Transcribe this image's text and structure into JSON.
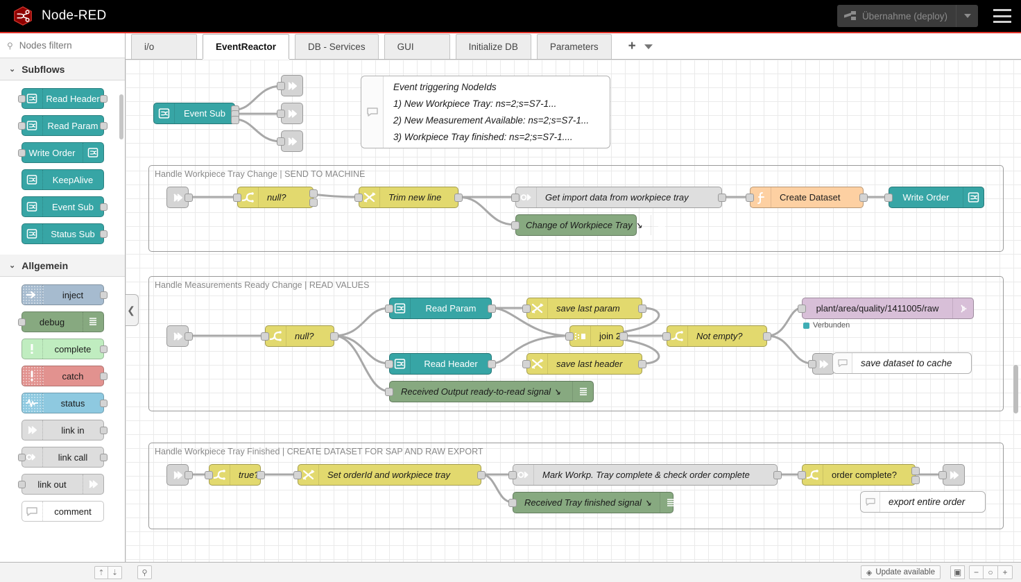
{
  "header": {
    "app_title": "Node-RED",
    "logo_icon": "node-red-hexagon-logo",
    "deploy_label": "Übernahme (deploy)",
    "deploy_icon": "deploy-icon",
    "deploy_caret_icon": "chevron-down-icon",
    "menu_icon": "hamburger-menu-icon"
  },
  "palette": {
    "search_placeholder": "Nodes filtern",
    "search_value": "",
    "search_icon": "search-icon",
    "categories": [
      {
        "name": "Subflows",
        "collapse_icon": "chevron-down-icon",
        "nodes": [
          {
            "label": "Read Header",
            "icon": "subflow-icon",
            "icon_side": "left",
            "ports": "both"
          },
          {
            "label": "Read Param",
            "icon": "subflow-icon",
            "icon_side": "left",
            "ports": "both"
          },
          {
            "label": "Write Order",
            "icon": "subflow-icon",
            "icon_side": "right",
            "ports": "in"
          },
          {
            "label": "KeepAlive",
            "icon": "subflow-icon",
            "icon_side": "left",
            "ports": "none"
          },
          {
            "label": "Event Sub",
            "icon": "subflow-icon",
            "icon_side": "left",
            "ports": "out"
          },
          {
            "label": "Status Sub",
            "icon": "subflow-icon",
            "icon_side": "left",
            "ports": "out"
          }
        ]
      },
      {
        "name": "Allgemein",
        "collapse_icon": "chevron-down-icon",
        "nodes": [
          {
            "label": "inject",
            "icon": "inject-arrow-icon",
            "icon_side": "left",
            "ports": "out"
          },
          {
            "label": "debug",
            "icon": "debug-lines-icon",
            "icon_side": "right",
            "ports": "in"
          },
          {
            "label": "complete",
            "icon": "exclamation-icon",
            "icon_side": "left",
            "ports": "out"
          },
          {
            "label": "catch",
            "icon": "exclamation-icon",
            "icon_side": "left",
            "ports": "out"
          },
          {
            "label": "status",
            "icon": "pulse-icon",
            "icon_side": "left",
            "ports": "out"
          },
          {
            "label": "link in",
            "icon": "link-icon",
            "icon_side": "left",
            "ports": "out"
          },
          {
            "label": "link call",
            "icon": "link-call-icon",
            "icon_side": "left",
            "ports": "both"
          },
          {
            "label": "link out",
            "icon": "link-icon",
            "icon_side": "right",
            "ports": "in"
          },
          {
            "label": "comment",
            "icon": "comment-bubble-icon",
            "icon_side": "left",
            "ports": "none"
          }
        ]
      }
    ]
  },
  "tabs": {
    "items": [
      {
        "label": "i/o",
        "active": false
      },
      {
        "label": "EventReactor",
        "active": true
      },
      {
        "label": "DB - Services",
        "active": false
      },
      {
        "label": "GUI",
        "active": false
      },
      {
        "label": "Initialize DB",
        "active": false
      },
      {
        "label": "Parameters",
        "active": false
      }
    ],
    "add_icon": "plus-icon",
    "list_icon": "chevron-down-icon"
  },
  "canvas": {
    "collapse_icon": "chevron-left-icon",
    "top_nodes": {
      "event_sub": "Event Sub",
      "link_out_1": "",
      "link_out_2": "",
      "link_out_3": ""
    },
    "comment": {
      "icon": "comment-bubble-icon",
      "lines": [
        "Event triggering NodeIds",
        "1) New Workpiece Tray: ns=2;s=S7-1...",
        "2) New Measurement Available: ns=2;s=S7-1...",
        "3) Workpiece Tray finished: ns=2;s=S7-1...."
      ]
    },
    "groups": [
      {
        "label": "Handle Workpiece Tray Change | SEND TO MACHINE",
        "nodes": [
          {
            "label": "",
            "type": "link-in"
          },
          {
            "label": "null?",
            "type": "switch"
          },
          {
            "label": "Trim new line",
            "type": "change"
          },
          {
            "label": "Get import data from workpiece tray",
            "type": "link-call"
          },
          {
            "label": "Change of Workpiece Tray",
            "type": "debug"
          },
          {
            "label": "Create Dataset",
            "type": "function"
          },
          {
            "label": "Write Order",
            "type": "subflow"
          }
        ]
      },
      {
        "label": "Handle Measurements Ready Change | READ VALUES",
        "nodes": [
          {
            "label": "",
            "type": "link-in"
          },
          {
            "label": "null?",
            "type": "switch"
          },
          {
            "label": "Read Param",
            "type": "subflow"
          },
          {
            "label": "Read Header",
            "type": "subflow"
          },
          {
            "label": "Received Output ready-to-read signal",
            "type": "debug"
          },
          {
            "label": "save last param",
            "type": "change"
          },
          {
            "label": "save last header",
            "type": "change"
          },
          {
            "label": "join 2",
            "type": "join"
          },
          {
            "label": "Not empty?",
            "type": "switch"
          },
          {
            "label": "plant/area/quality/1411005/raw",
            "type": "mqtt",
            "status": "Verbunden"
          },
          {
            "label": "save dataset to cache",
            "type": "comment"
          },
          {
            "label": "",
            "type": "link-out"
          }
        ]
      },
      {
        "label": "Handle Workpiece Tray Finished | CREATE DATASET FOR SAP AND RAW EXPORT",
        "nodes": [
          {
            "label": "",
            "type": "link-in"
          },
          {
            "label": "true?",
            "type": "switch"
          },
          {
            "label": "Set orderId and workpiece tray",
            "type": "change"
          },
          {
            "label": "Mark Workp. Tray complete & check order complete",
            "type": "link-call"
          },
          {
            "label": "Received Tray finished signal",
            "type": "debug"
          },
          {
            "label": "order complete?",
            "type": "switch"
          },
          {
            "label": "export entire order",
            "type": "comment"
          },
          {
            "label": "",
            "type": "link-out"
          }
        ]
      }
    ]
  },
  "footer": {
    "collapse_up_icon": "chevrons-up-icon",
    "collapse_down_icon": "chevrons-down-icon",
    "search_icon": "search-icon",
    "update_label": "Update available",
    "update_icon": "package-icon",
    "navigator_icon": "map-icon",
    "zoom_out_icon": "minus-icon",
    "zoom_reset_icon": "circle-icon",
    "zoom_in_icon": "plus-icon"
  },
  "colors": {
    "brand_red": "#e2332a",
    "header_black": "#000000",
    "subflow_teal": "#37a5a5",
    "switch_yellow": "#e2d96e",
    "function_orange": "#fdd0a2",
    "debug_green": "#87a980",
    "mqtt_purple": "#d8bfd8",
    "link_grey": "#d4d4d4",
    "status_connected": "#3FADB5"
  }
}
